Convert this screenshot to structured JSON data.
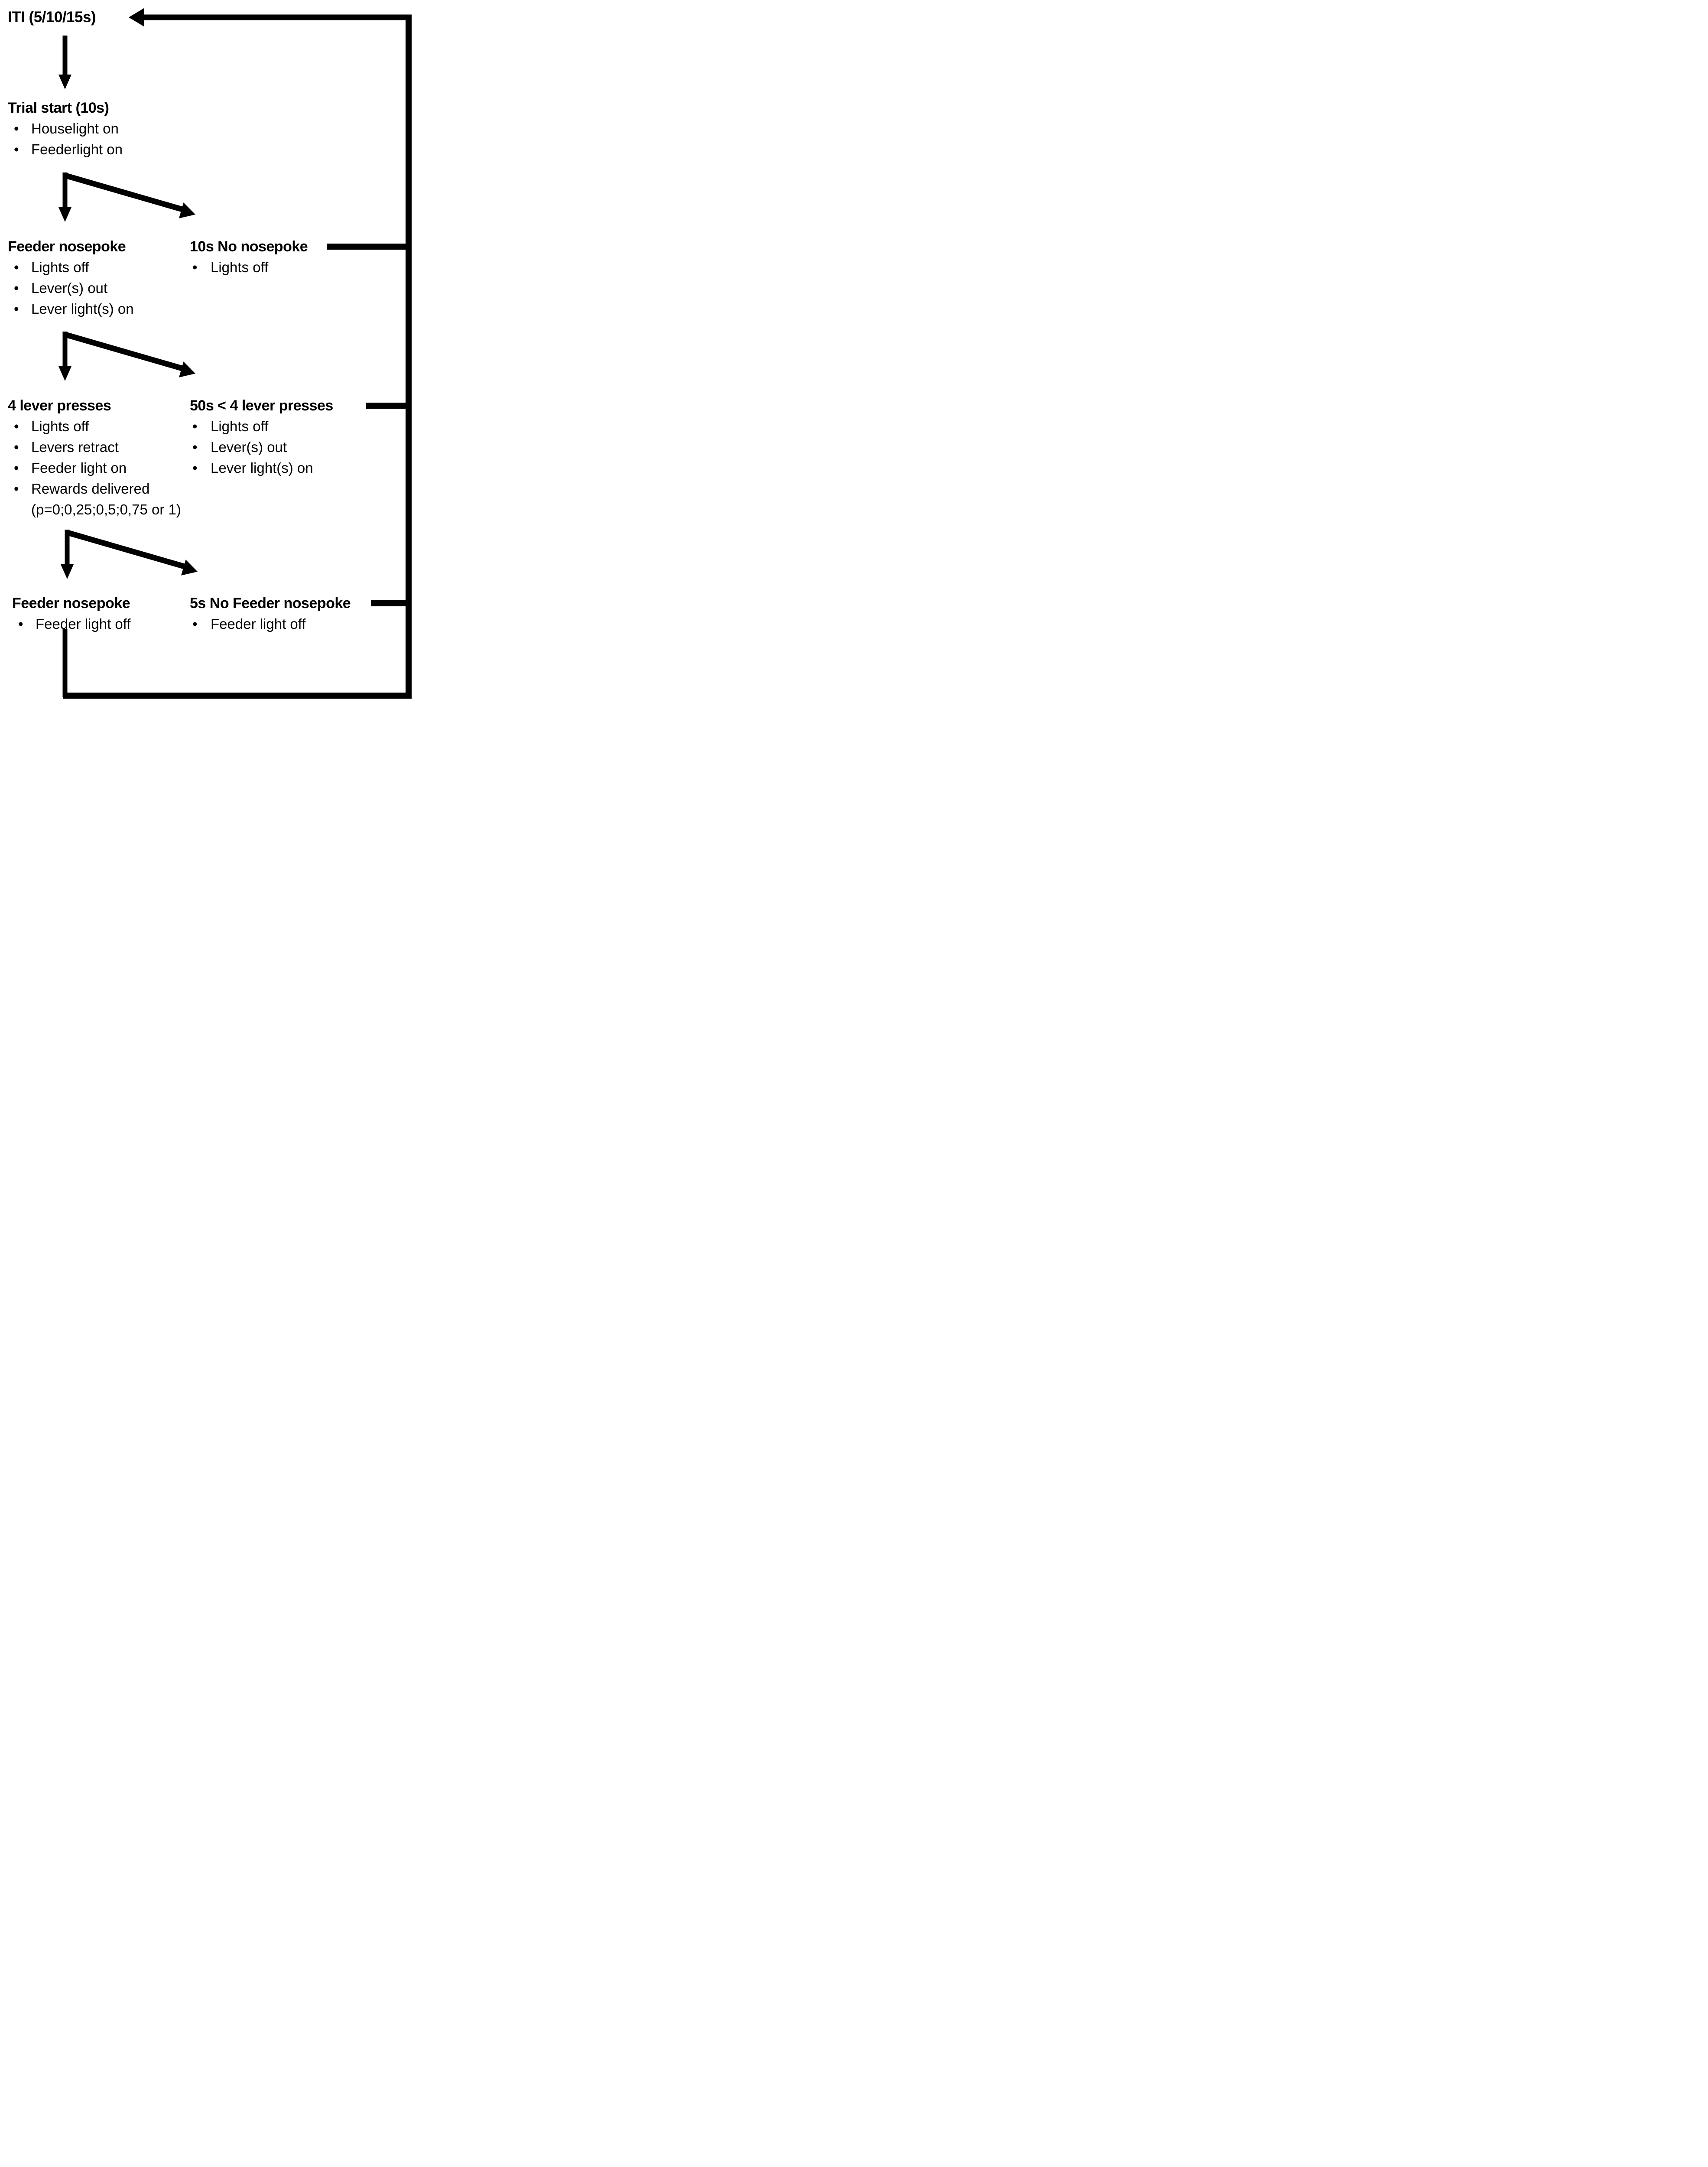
{
  "colors": {
    "ink": "#000000",
    "background": "#ffffff"
  },
  "iti": {
    "label": "ITI (5/10/15s)"
  },
  "trial_start": {
    "title": "Trial start (10s)",
    "bullets": [
      "Houselight on",
      "Feederlight on"
    ]
  },
  "feeder_nosepoke_1": {
    "title": "Feeder nosepoke",
    "bullets": [
      "Lights off",
      "Lever(s) out",
      "Lever light(s) on"
    ]
  },
  "no_nosepoke_10s": {
    "title": "10s No nosepoke",
    "bullets": [
      "Lights off"
    ]
  },
  "four_lever_presses": {
    "title": "4 lever presses",
    "bullets": [
      "Lights off",
      "Levers retract",
      "Feeder light on",
      "Rewards delivered"
    ],
    "bullet_continuation": "(p=0;0,25;0,5;0,75 or 1)"
  },
  "under_four_lever_presses_50s": {
    "title": "50s < 4 lever presses",
    "bullets": [
      "Lights off",
      "Lever(s) out",
      "Lever light(s) on"
    ]
  },
  "feeder_nosepoke_2": {
    "title": "Feeder nosepoke",
    "bullets": [
      "Feeder light off"
    ]
  },
  "no_feeder_nosepoke_5s": {
    "title": "5s No Feeder nosepoke",
    "bullets": [
      "Feeder light off"
    ]
  }
}
